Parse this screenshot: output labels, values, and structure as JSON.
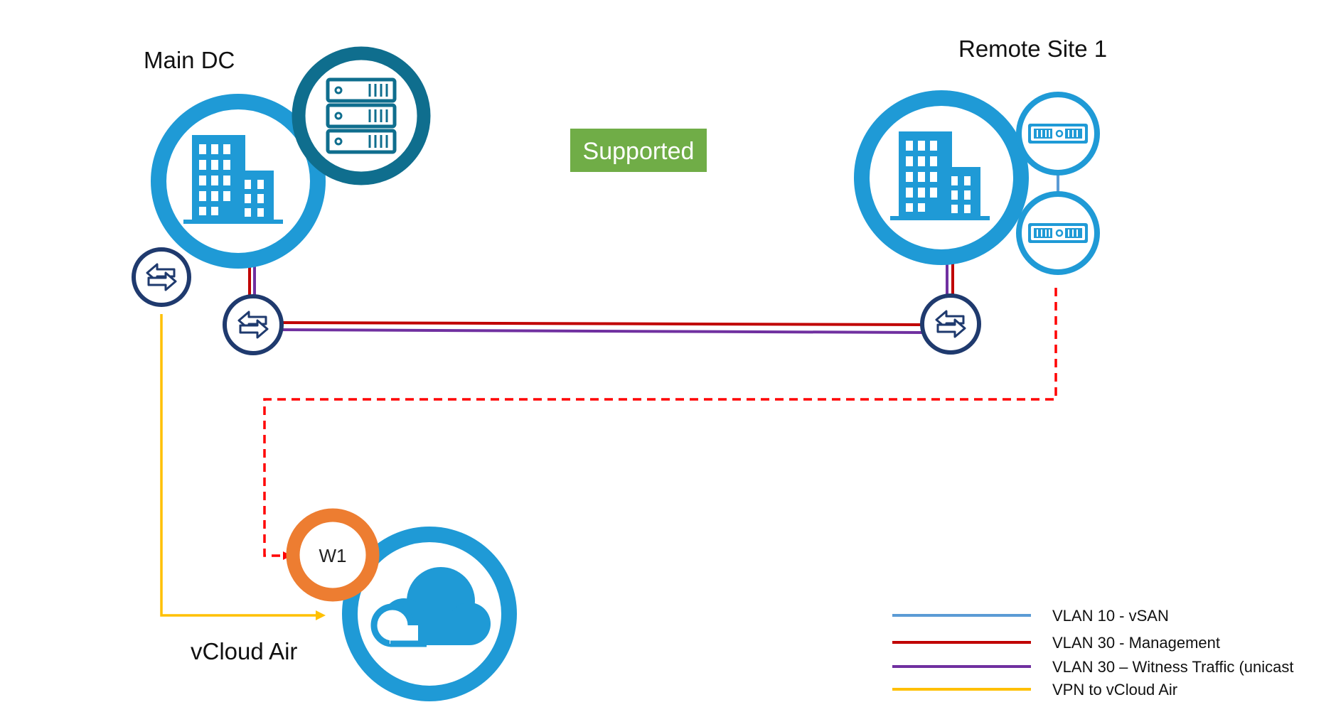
{
  "sites": {
    "main_dc": {
      "label": "Main DC"
    },
    "remote_site": {
      "label": "Remote Site 1"
    },
    "cloud": {
      "label": "vCloud Air"
    }
  },
  "status_badge": {
    "label": "Supported",
    "color": "#70ad47"
  },
  "witness": {
    "label": "W1",
    "color": "#ed7d31"
  },
  "colors": {
    "site_circle": "#1f9ad6",
    "storage_ring": "#0f6e8e",
    "router_ring": "#1f3a6e",
    "vsan": "#5b9bd5",
    "management": "#c00000",
    "witness_traffic": "#7030a0",
    "vpn": "#ffc000",
    "dashed_link": "#ff0000"
  },
  "legend": [
    {
      "label": "VLAN 10 - vSAN",
      "color": "#5b9bd5"
    },
    {
      "label": "VLAN 30 - Management",
      "color": "#c00000"
    },
    {
      "label": "VLAN 30 – Witness Traffic (unicast",
      "color": "#7030a0"
    },
    {
      "label": "VPN to vCloud Air",
      "color": "#ffc000"
    }
  ],
  "icons": {
    "main_building": "building-icon",
    "storage": "server-rack-icon",
    "remote_building": "building-icon",
    "host": "server-host-icon",
    "router": "router-arrows-icon",
    "cloud": "cloud-icon"
  }
}
